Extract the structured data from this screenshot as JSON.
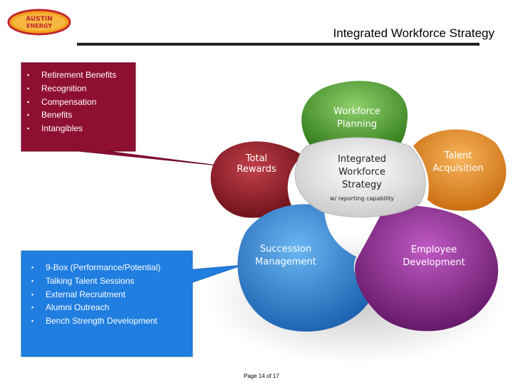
{
  "header": {
    "logo_text": [
      "AUSTIN",
      "ENERGY"
    ],
    "title": "Integrated Workforce Strategy"
  },
  "callout_top": {
    "items": [
      "Retirement Benefits",
      "Recognition",
      "Compensation",
      "Benefits",
      "Intangibles"
    ]
  },
  "callout_bottom": {
    "items": [
      "9-Box (Performance/Potential)",
      "Talking Talent Sessions",
      "External Recruitment",
      "Alumni Outreach",
      "Bench Strength Development"
    ]
  },
  "diagram": {
    "center": [
      "Integrated",
      "Workforce",
      "Strategy"
    ],
    "center_sub": "w/ reporting capability",
    "petals": {
      "workforce_planning": [
        "Workforce",
        "Planning"
      ],
      "total_rewards": [
        "Total",
        "Rewards"
      ],
      "talent_acquisition": [
        "Talent",
        "Acquisition"
      ],
      "succession_management": [
        "Succession",
        "Management"
      ],
      "employee_development": [
        "Employee",
        "Development"
      ]
    }
  },
  "colors": {
    "workforce_planning": "#4a9a2a",
    "total_rewards": "#8e1a22",
    "talent_acquisition": "#e0841e",
    "succession_management": "#2a7fd2",
    "employee_development": "#8a2a8e",
    "callout_top_bg": "#8f0f33",
    "callout_bottom_bg": "#1f7ee0"
  },
  "footer": {
    "page": "Page 14 of 17"
  }
}
